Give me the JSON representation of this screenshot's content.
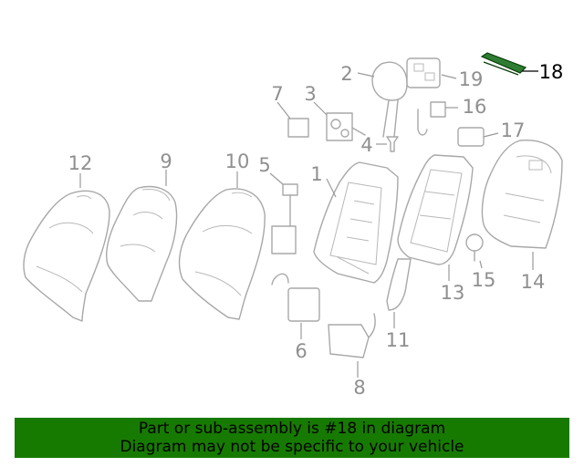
{
  "diagram": {
    "highlighted_part": "18",
    "callouts": [
      "1",
      "2",
      "3",
      "4",
      "5",
      "6",
      "7",
      "8",
      "9",
      "10",
      "11",
      "12",
      "13",
      "14",
      "15",
      "16",
      "17",
      "18",
      "19"
    ]
  },
  "colors": {
    "banner_bg": "#177a00",
    "highlight_part": "#2e7d32",
    "line_art": "#a8a8a8"
  },
  "banner": {
    "line1": "Part or sub-assembly is #18 in diagram",
    "line2": "Diagram may not be specific to your vehicle"
  }
}
